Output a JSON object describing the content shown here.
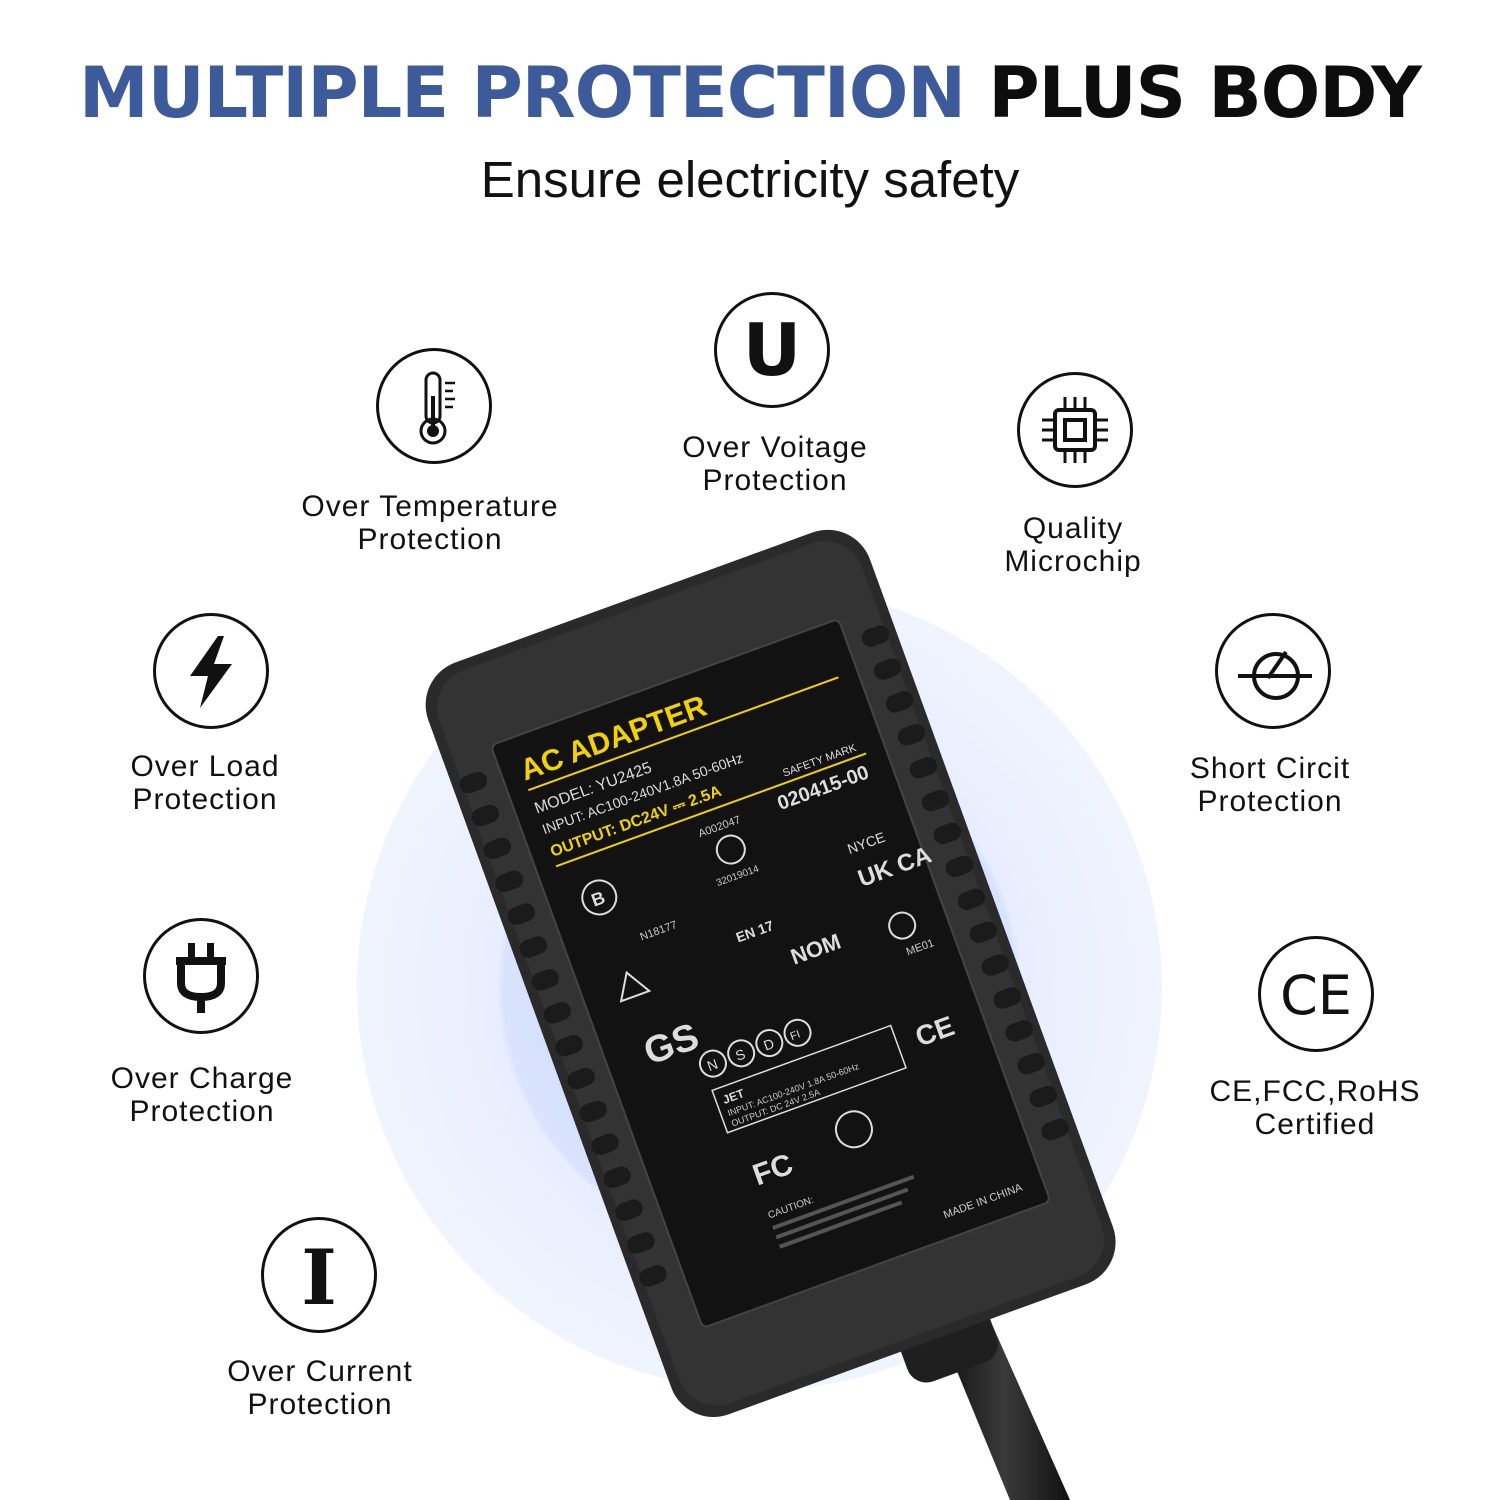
{
  "header": {
    "title_blue": "MULTIPLE PROTECTION",
    "title_black": "PLUS BODY",
    "subtitle": "Ensure electricity safety"
  },
  "features": [
    {
      "icon": "thermometer-icon",
      "line1": "Over Temperature",
      "line2": "Protection"
    },
    {
      "icon": "u-letter-icon",
      "letter": "U",
      "line1": "Over Voitage",
      "line2": "Protection"
    },
    {
      "icon": "microchip-icon",
      "line1": "Quality",
      "line2": "Microchip"
    },
    {
      "icon": "lightning-icon",
      "line1": "Over Load",
      "line2": "Protection"
    },
    {
      "icon": "short-circuit-icon",
      "line1": "Short Circit",
      "line2": "Protection"
    },
    {
      "icon": "plug-icon",
      "line1": "Over Charge",
      "line2": "Protection"
    },
    {
      "icon": "ce-mark-icon",
      "letter": "CE",
      "line1": "CE,FCC,RoHS",
      "line2": "Certified"
    },
    {
      "icon": "i-letter-icon",
      "letter": "I",
      "line1": "Over Current",
      "line2": "Protection"
    }
  ],
  "adapter_label": {
    "brand": "AC ADAPTER",
    "model": "MODEL: YU2425",
    "input": "INPUT: AC100-240V1.8A   50-60Hz",
    "output": "OUTPUT: DC24V ⎓ 2.5A",
    "code1": "A002047",
    "code2": "32019014",
    "code3": "020415-00",
    "code4": "N18177",
    "safety": "SAFETY MARK",
    "nyce": "NYCE",
    "ukca": "UK CA",
    "gs": "GS",
    "nom": "NOM",
    "me": "ME01",
    "jet_input": "INPUT: AC100-240V 1.8A 50-60Hz",
    "jet_output": "OUTPUT: DC 24V 2.5A",
    "jet": "JET",
    "ce": "CE",
    "fc": "FC",
    "caution": "CAUTION:",
    "made": "MADE IN CHINA",
    "n": "N",
    "s": "S",
    "d": "D",
    "fi": "FI",
    "b": "B",
    "en": "EN 17"
  },
  "colors": {
    "headline_blue": "#3d5a9a",
    "label_yellow": "#f3d200",
    "adapter_body": "#2a2a2a"
  }
}
